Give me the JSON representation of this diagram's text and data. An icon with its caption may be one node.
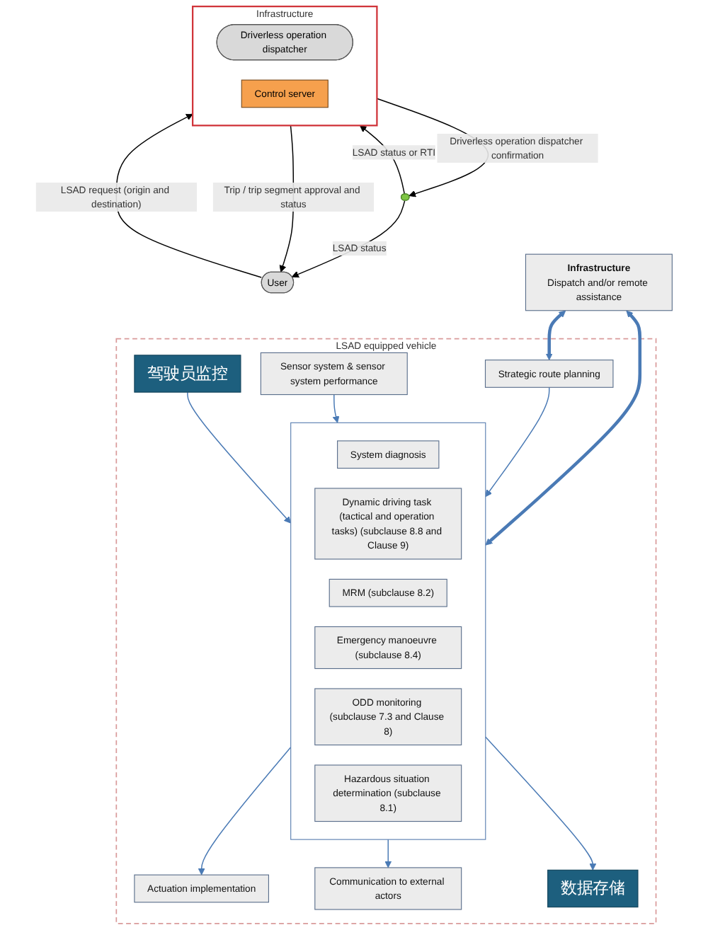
{
  "diagram": {
    "nodes": [
      {
        "text": [
          "Infrastructure"
        ]
      },
      {
        "text": [
          "Driverless operation dispatcher"
        ],
        "in": 0
      },
      {
        "text": [
          "Control server"
        ],
        "in": 0
      },
      {
        "text": [
          "User"
        ]
      },
      {
        "text": [],
        "shape": "car"
      },
      {
        "text": [
          "Infrastructure",
          "Dispatch and/or remote assistance"
        ]
      },
      {
        "text": [
          "LSAD equipped vehicle"
        ]
      },
      {
        "text": [
          "Strategic route planning"
        ],
        "in": 6
      },
      {
        "text": [],
        "shape": "box",
        "in": 6
      },
      {
        "text": [
          "System diagnosis"
        ],
        "in": 8
      },
      {
        "text": [
          "Dynamic driving task (tactical and operation tasks) (subclause 8.8 and Clause 9)"
        ],
        "in": 8
      },
      {
        "text": [
          "MRM (subclause 8.2)"
        ],
        "in": 8
      },
      {
        "text": [
          "Emergency manoeuvre (subclause 8.4)"
        ],
        "in": 8
      },
      {
        "text": [
          "Sensor system & sensor system performance"
        ],
        "in": 6
      },
      {
        "text": [
          "ODD monitoring (subclause 7.3 and Clause 8)"
        ],
        "in": 8
      },
      {
        "text": [
          "Hazardous situation determination (subclause 8.1)"
        ],
        "in": 8
      },
      {
        "text": [
          "Actuation implementation"
        ],
        "in": 6
      },
      {
        "text": [
          "Communication to external actors"
        ],
        "in": 6
      },
      {
        "text": [
          "驾驶员监控"
        ],
        "in": 6
      },
      {
        "text": [
          "数据存储"
        ],
        "in": 6
      }
    ],
    "edges": [
      {
        "from": 3,
        "to": 0,
        "arrow": "to",
        "label": "LSAD request (origin and destination)",
        "color": "#000000"
      },
      {
        "from": 0,
        "to": 3,
        "arrow": "to",
        "label": "Trip / trip segment approval and status",
        "color": "#000000"
      },
      {
        "from": 0,
        "to": 4,
        "arrow": "to",
        "label": "Driverless operation dispatcher confirmation",
        "color": "#000000"
      },
      {
        "from": 4,
        "to": 0,
        "arrow": "to",
        "label": "LSAD status or RTI",
        "color": "#000000"
      },
      {
        "from": 4,
        "to": 3,
        "arrow": "to",
        "label": "LSAD status",
        "color": "#000000"
      },
      {
        "from": 5,
        "to": 7,
        "arrow": "both",
        "style": "thick"
      },
      {
        "from": 5,
        "to": 8,
        "arrow": "both",
        "style": "thick"
      },
      {
        "from": 7,
        "to": 8,
        "arrow": "to"
      },
      {
        "from": 13,
        "to": 8,
        "arrow": "to"
      },
      {
        "from": 8,
        "to": 16,
        "arrow": "to"
      },
      {
        "from": 8,
        "to": 17,
        "arrow": "to"
      },
      {
        "from": 18,
        "to": 8,
        "arrow": "to"
      },
      {
        "from": 8,
        "to": 19,
        "arrow": "to"
      }
    ]
  }
}
